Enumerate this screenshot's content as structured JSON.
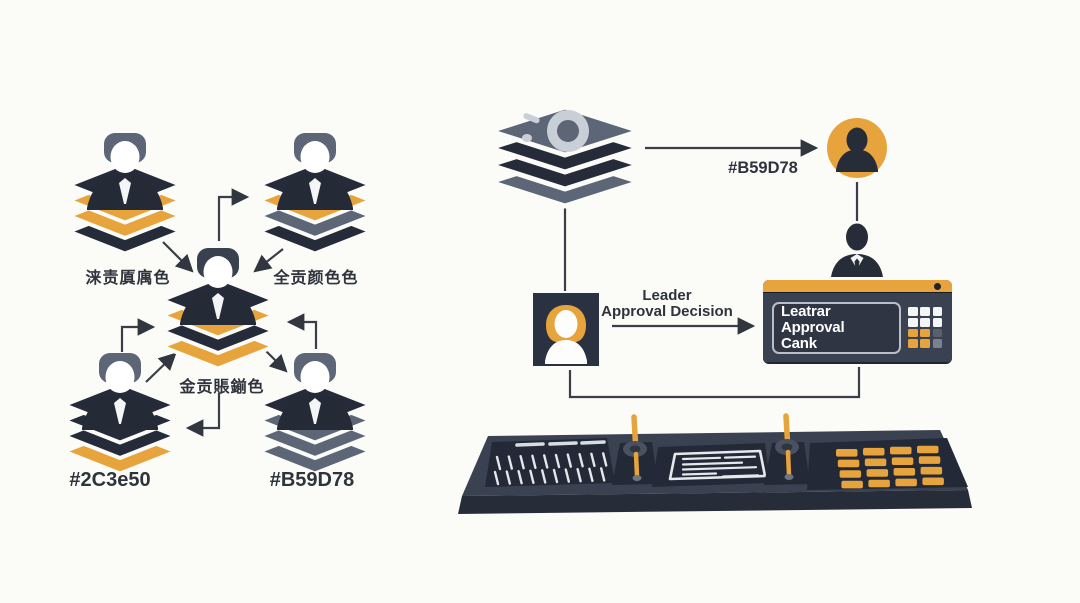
{
  "palette": {
    "background": "#FBFBF8",
    "orange": "#E7A33C",
    "dark_navy": "#252B38",
    "slate": "#5C6677",
    "console_body": "#3A4150",
    "console_edge": "#262C38",
    "section_dark": "#232936",
    "line_color": "#3A3F47",
    "label_color": "#2E333C",
    "white": "#F4F5F7"
  },
  "left_diagram": {
    "nodes": [
      {
        "id": "top-left",
        "label": "涞责厧庽色",
        "layers": [
          "dark",
          "orange",
          "orange",
          "dark"
        ],
        "person": "slate"
      },
      {
        "id": "top-right",
        "label": "全贡颜色色",
        "layers": [
          "dark",
          "orange",
          "slate",
          "dark"
        ],
        "person": "slate"
      },
      {
        "id": "center",
        "label": "金贡賬鎆色",
        "layers": [
          "dark",
          "orange",
          "dark",
          "orange"
        ],
        "person": "dark"
      },
      {
        "id": "bottom-left",
        "label": "#2C3e50",
        "layers": [
          "dark",
          "dark",
          "dark",
          "orange"
        ],
        "person": "slate"
      },
      {
        "id": "bottom-right",
        "label": "#B59D78",
        "layers": [
          "dark",
          "slate",
          "slate",
          "slate"
        ],
        "person": "slate"
      }
    ]
  },
  "right_diagram": {
    "stack_layers": [
      "slate",
      "dark",
      "dark",
      "slate"
    ],
    "arrow_label": "#B59D78",
    "decision_line1": "Leader",
    "decision_line2": "Approval Decision",
    "panel": {
      "line1": "Leatrar Approval",
      "line2": "Cank",
      "grid": [
        "white",
        "white",
        "white",
        "white",
        "white",
        "white",
        "orange",
        "orange",
        "gray_dark",
        "orange",
        "orange",
        "gray"
      ]
    }
  }
}
